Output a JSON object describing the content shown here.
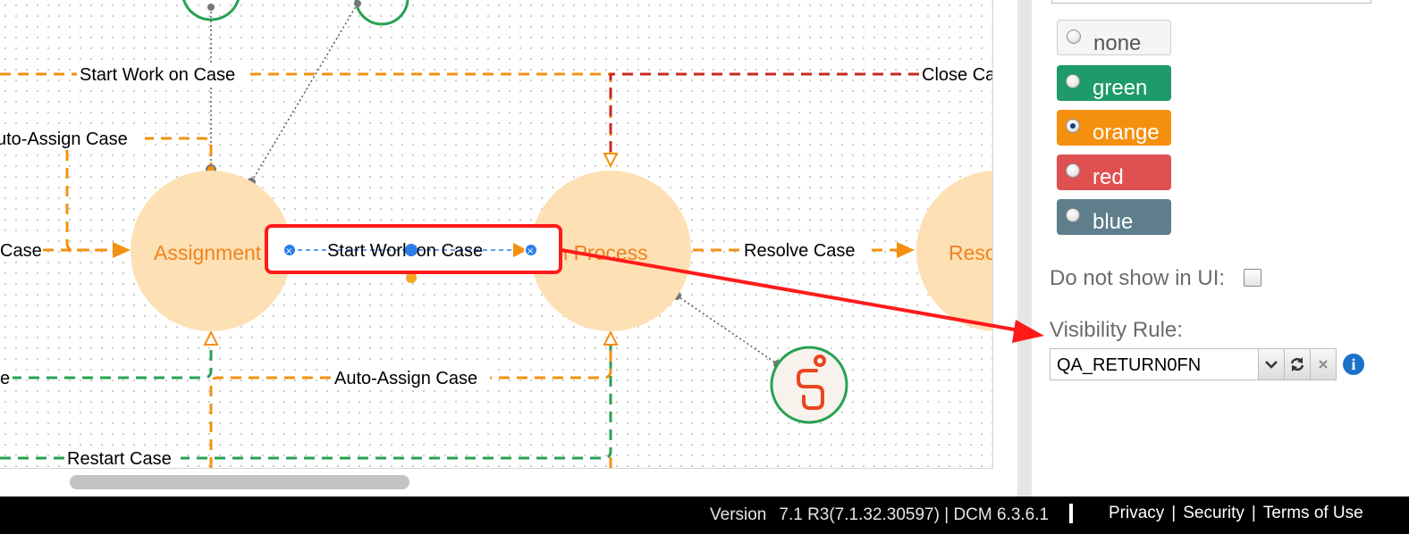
{
  "canvas": {
    "edges": {
      "start_work_top": "Start Work on Case",
      "close_case": "Close Ca",
      "auto_assign_top": "uto-Assign Case",
      "case_left": "Case",
      "selected_edge": "Start Work on Case",
      "resolve_case": "Resolve Case",
      "auto_assign_bottom": "Auto-Assign Case",
      "restart_case": "Restart Case",
      "left_bottom_cut": "e"
    },
    "nodes": {
      "assignment": "Assignment",
      "in_process": "In Process",
      "resolved": "Reso"
    },
    "icons": {
      "genesys": "genesys-logo-icon"
    }
  },
  "right_panel": {
    "color_options": [
      {
        "label": "none",
        "color": "#f5f5f5",
        "checked": false
      },
      {
        "label": "green",
        "color": "#1f9a6a",
        "checked": false
      },
      {
        "label": "orange",
        "color": "#f5900f",
        "checked": true
      },
      {
        "label": "red",
        "color": "#df5151",
        "checked": false
      },
      {
        "label": "blue",
        "color": "#5e7e8c",
        "checked": false
      }
    ],
    "hide_label": "Do not show in UI:",
    "hide_checked": false,
    "visibility_label": "Visibility Rule:",
    "visibility_value": "QA_RETURN0FN",
    "info_icon": "i"
  },
  "footer": {
    "version_label": "Version",
    "version_value": "7.1 R3(7.1.32.30597) | DCM 6.3.6.1",
    "links": [
      "Privacy",
      "Security",
      "Terms of Use"
    ],
    "separator": "|"
  },
  "colors": {
    "accent_orange": "#f5900f",
    "node_fill": "#fde0b4",
    "node_text": "#f0821e",
    "green_edge": "#27a151",
    "red_edge": "#c8291f",
    "highlight_red": "#ff1a1a"
  }
}
